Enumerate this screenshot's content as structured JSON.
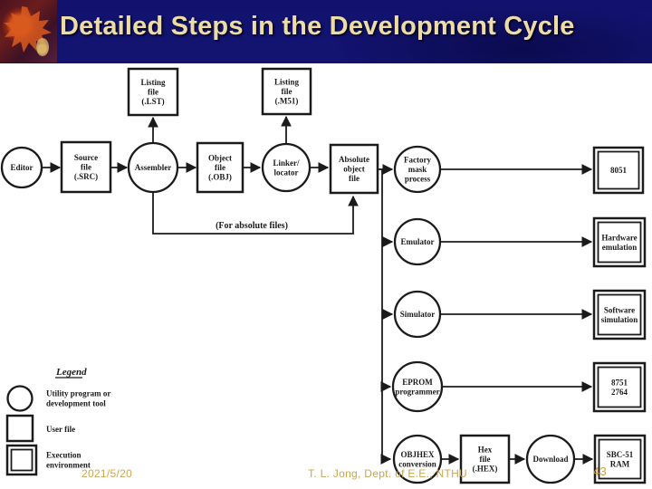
{
  "slide": {
    "title": "Detailed Steps in the Development Cycle",
    "date": "2021/5/20",
    "footer": "T. L. Jong, Dept. of E.E., NTHU",
    "page_number": "43"
  },
  "colors": {
    "slide_background": "#15157b",
    "title_text": "#eedca6",
    "footer_text": "#c9a551",
    "diagram_background": "#ffffff",
    "diagram_ink": "#1b1b1b"
  },
  "diagram": {
    "loop_label": "(For absolute files)",
    "nodes": [
      {
        "id": "editor",
        "kind": "utility",
        "label": "Editor"
      },
      {
        "id": "source-file",
        "kind": "user-file",
        "label": "Source\nfile\n(.SRC)"
      },
      {
        "id": "assembler",
        "kind": "utility",
        "label": "Assembler"
      },
      {
        "id": "listing-file-lst",
        "kind": "user-file",
        "label": "Listing\nfile\n(.LST)"
      },
      {
        "id": "object-file",
        "kind": "user-file",
        "label": "Object\nfile\n(.OBJ)"
      },
      {
        "id": "linker-locator",
        "kind": "utility",
        "label": "Linker/\nlocator"
      },
      {
        "id": "listing-file-m51",
        "kind": "user-file",
        "label": "Listing\nfile\n(.M51)"
      },
      {
        "id": "absolute-object-file",
        "kind": "user-file",
        "label": "Absolute\nobject\nfile"
      },
      {
        "id": "factory-mask-process",
        "kind": "utility",
        "label": "Factory\nmask\nprocess"
      },
      {
        "id": "chip-8051",
        "kind": "execution",
        "label": "8051"
      },
      {
        "id": "emulator",
        "kind": "utility",
        "label": "Emulator"
      },
      {
        "id": "hardware-emulation",
        "kind": "execution",
        "label": "Hardware\nemulation"
      },
      {
        "id": "simulator",
        "kind": "utility",
        "label": "Simulator"
      },
      {
        "id": "software-simulation",
        "kind": "execution",
        "label": "Software\nsimulation"
      },
      {
        "id": "eprom-programmer",
        "kind": "utility",
        "label": "EPROM\nprogrammer"
      },
      {
        "id": "chip-8751-2764",
        "kind": "execution",
        "label": "8751\n2764"
      },
      {
        "id": "objhex-conversion",
        "kind": "utility",
        "label": "OBJHEX\nconversion"
      },
      {
        "id": "hex-file",
        "kind": "user-file",
        "label": "Hex\nfile\n(.HEX)"
      },
      {
        "id": "download",
        "kind": "utility",
        "label": "Download"
      },
      {
        "id": "sbc-51-ram",
        "kind": "execution",
        "label": "SBC-51\nRAM"
      }
    ],
    "legend": {
      "heading": "Legend",
      "items": [
        {
          "shape": "utility",
          "label": "Utility program or\ndevelopment tool"
        },
        {
          "shape": "user-file",
          "label": "User file"
        },
        {
          "shape": "execution",
          "label": "Execution\nenvironment"
        }
      ]
    }
  }
}
